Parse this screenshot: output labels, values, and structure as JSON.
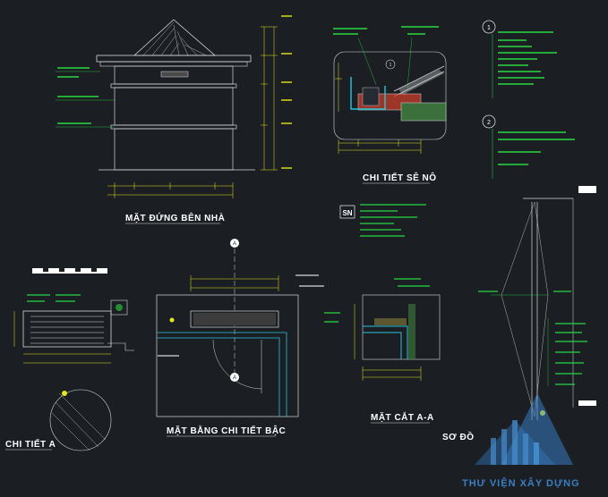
{
  "titles": {
    "facade": "MẶT ĐỨNG BÊN NHÀ",
    "eave": "CHI TIẾT SÊ NÔ",
    "detail_a": "CHI TIẾT A",
    "step_plan": "MẶT BẰNG CHI TIẾT BẬC",
    "section_aa": "MẶT CẮT A-A",
    "diagram": "SƠ ĐỒ"
  },
  "tags": {
    "sn": "SN",
    "callout_1": "1",
    "callout_2": "2",
    "section_a_top": "A",
    "section_a_bottom": "A"
  },
  "watermark": {
    "text": "THƯ VIỆN XÂY DỰNG"
  },
  "colors": {
    "background": "#1b1f24",
    "linework": "#d8d8d8",
    "dimensions": "#e6e61a",
    "notes": "#27d840",
    "cyan": "#27c6d8",
    "magenta": "#d637c8",
    "watermark": "#3a7fc4"
  }
}
